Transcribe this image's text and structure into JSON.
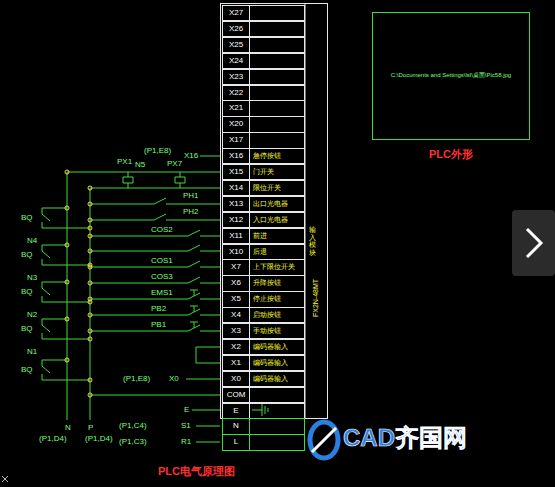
{
  "diagram": {
    "caption": "PLC电气原理图",
    "nodes": [
      {
        "text": [
          "输入模块",
          "FX2N-48MT"
        ]
      },
      {
        "text": [
          "X27"
        ],
        "in": 0
      },
      {
        "text": [
          "X26"
        ],
        "in": 0
      },
      {
        "text": [
          "X25"
        ],
        "in": 0
      },
      {
        "text": [
          "X24"
        ],
        "in": 0
      },
      {
        "text": [
          "X23"
        ],
        "in": 0
      },
      {
        "text": [
          "X22"
        ],
        "in": 0
      },
      {
        "text": [
          "X21"
        ],
        "in": 0
      },
      {
        "text": [
          "X20"
        ],
        "in": 0
      },
      {
        "text": [
          "X17"
        ],
        "in": 0
      },
      {
        "text": [
          "X16",
          "急停按钮"
        ],
        "in": 0
      },
      {
        "text": [
          "X15",
          "门开关"
        ],
        "in": 0
      },
      {
        "text": [
          "X14",
          "限位开关"
        ],
        "in": 0
      },
      {
        "text": [
          "X13",
          "出口光电器"
        ],
        "in": 0
      },
      {
        "text": [
          "X12",
          "入口光电器"
        ],
        "in": 0
      },
      {
        "text": [
          "X11",
          "前进"
        ],
        "in": 0
      },
      {
        "text": [
          "X10",
          "后退"
        ],
        "in": 0
      },
      {
        "text": [
          "X7",
          "上下限位开关"
        ],
        "in": 0
      },
      {
        "text": [
          "X6",
          "升降按钮"
        ],
        "in": 0
      },
      {
        "text": [
          "X5",
          "停止按钮"
        ],
        "in": 0
      },
      {
        "text": [
          "X4",
          "启动按钮"
        ],
        "in": 0
      },
      {
        "text": [
          "X3",
          "手动按钮"
        ],
        "in": 0
      },
      {
        "text": [
          "X2",
          "编码器输入"
        ],
        "in": 0
      },
      {
        "text": [
          "X1",
          "编码器输入"
        ],
        "in": 0
      },
      {
        "text": [
          "X0",
          "编码器输入"
        ],
        "in": 0
      },
      {
        "text": [
          "COM"
        ],
        "in": 0
      },
      {
        "text": [
          "E"
        ],
        "in": 0
      },
      {
        "text": [
          "N"
        ]
      },
      {
        "text": [
          "L"
        ]
      },
      {
        "text": [
          "C:\\Documents and Settings\\lsl\\桌面\\Pic58.jpg",
          "PLC外形"
        ]
      }
    ],
    "labels": [
      "PX1",
      "PX7",
      "(P1,E8)",
      "X16",
      "N5",
      "PH1",
      "PH2",
      "COS2",
      "COS1",
      "COS3",
      "EMS1",
      "PB2",
      "PB1",
      "BQ",
      "N4",
      "BQ",
      "N3",
      "BQ",
      "N2",
      "BQ",
      "N1",
      "BQ",
      "(P1,E8)",
      "X0",
      "N",
      "P",
      "(P1,D4)",
      "(P1,D4)",
      "E",
      "(P1,C4)",
      "S1",
      "(P1,C3)",
      "R1",
      "CAD齐国网"
    ]
  }
}
